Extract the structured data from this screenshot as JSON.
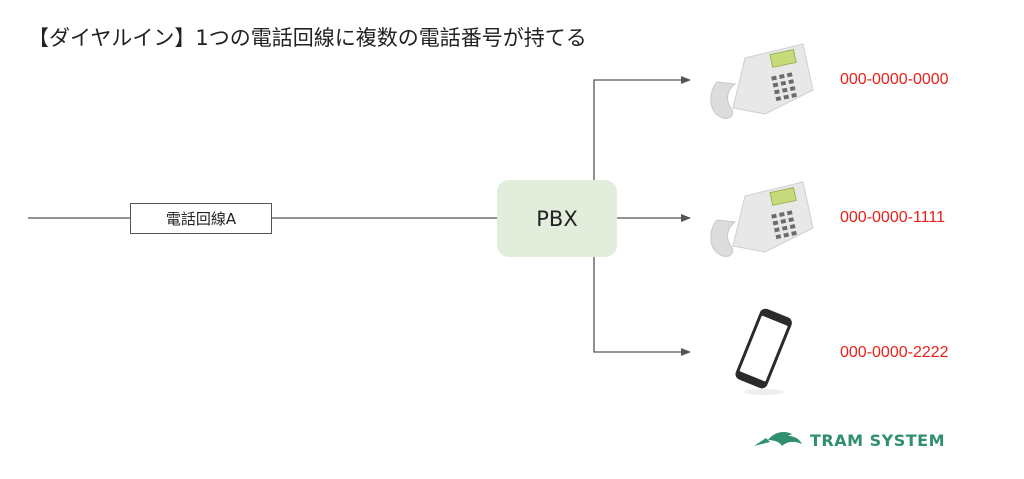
{
  "title": "【ダイヤルイン】1つの電話回線に複数の電話番号が持てる",
  "line_label": "電話回線A",
  "pbx_label": "PBX",
  "devices": [
    {
      "icon": "desk-phone-icon",
      "number": "000-0000-0000"
    },
    {
      "icon": "desk-phone-icon",
      "number": "000-0000-1111"
    },
    {
      "icon": "smartphone-icon",
      "number": "000-0000-2222"
    }
  ],
  "logo": {
    "text": "TRAM SYSTEM",
    "color": "#2f8f6f"
  },
  "colors": {
    "number": "#e8201a",
    "pbx_fill": "#e2eedb",
    "line": "#555555"
  }
}
